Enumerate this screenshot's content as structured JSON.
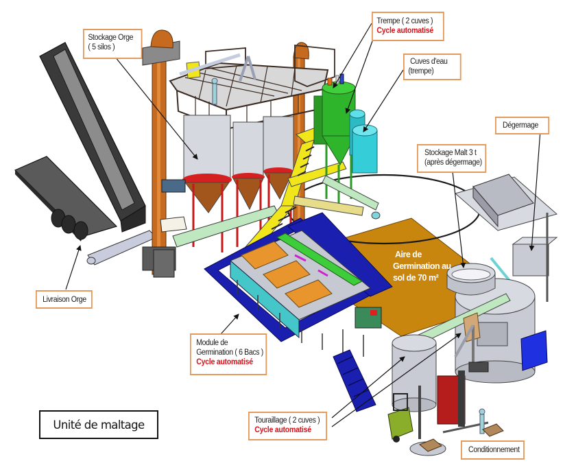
{
  "title": "Unité de maltage",
  "callouts": {
    "stockage_orge": {
      "line1": "Stockage Orge",
      "line2": "( 5 silos )"
    },
    "trempe": {
      "line1": "Trempe ( 2 cuves )",
      "automation": "Cycle automatisé"
    },
    "cuves_eau": {
      "line1": "Cuves d'eau",
      "line2": "(trempe)"
    },
    "degermage": {
      "line1": "Dégermage"
    },
    "stockage_malt": {
      "line1": "Stockage Malt 3 t",
      "line2": "(après dégermage)"
    },
    "livraison_orge": {
      "line1": "Livraison Orge"
    },
    "module_germination": {
      "line1": "Module de",
      "line2": "Germination ( 6 Bacs )",
      "automation": "Cycle automatisé"
    },
    "touraillage": {
      "line1": "Touraillage ( 2 cuves )",
      "automation": "Cycle automatisé"
    },
    "conditionnement": {
      "line1": "Conditionnement"
    }
  },
  "floor_area_label": {
    "line1": "Aire de",
    "line2": "Germination au",
    "line3": "sol de 70 m²"
  },
  "equipment": {
    "barley_silo_count": 5,
    "steeping_tank_count": 2,
    "germination_bed_count": 6,
    "kiln_tank_count": 2,
    "malt_storage_tonnes": 3,
    "germination_floor_area_m2": 70
  },
  "colors": {
    "callout_border": "#e39a5c",
    "automation_text": "#d4141c",
    "floor_area": "#c8860f",
    "steeping_tank": "#2fb52b",
    "water_tank": "#35cdd8",
    "platform_blue": "#1a1fb0",
    "structure_orange": "#c56a1e",
    "silo_grey": "#d2d4dc",
    "stair_yellow": "#f1e61c"
  }
}
